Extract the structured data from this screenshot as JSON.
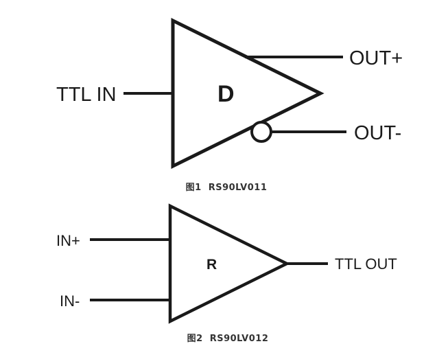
{
  "fig1": {
    "block_letter": "D",
    "input_label": "TTL IN",
    "output_pos_label": "OUT+",
    "output_neg_label": "OUT-",
    "caption": "图1  RS90LV011"
  },
  "fig2": {
    "block_letter": "R",
    "input_pos_label": "IN+",
    "input_neg_label": "IN-",
    "output_label": "TTL OUT",
    "caption": "图2  RS90LV012"
  },
  "colors": {
    "stroke": "#1a1a1a",
    "caption": "#333333",
    "background": "#ffffff"
  }
}
